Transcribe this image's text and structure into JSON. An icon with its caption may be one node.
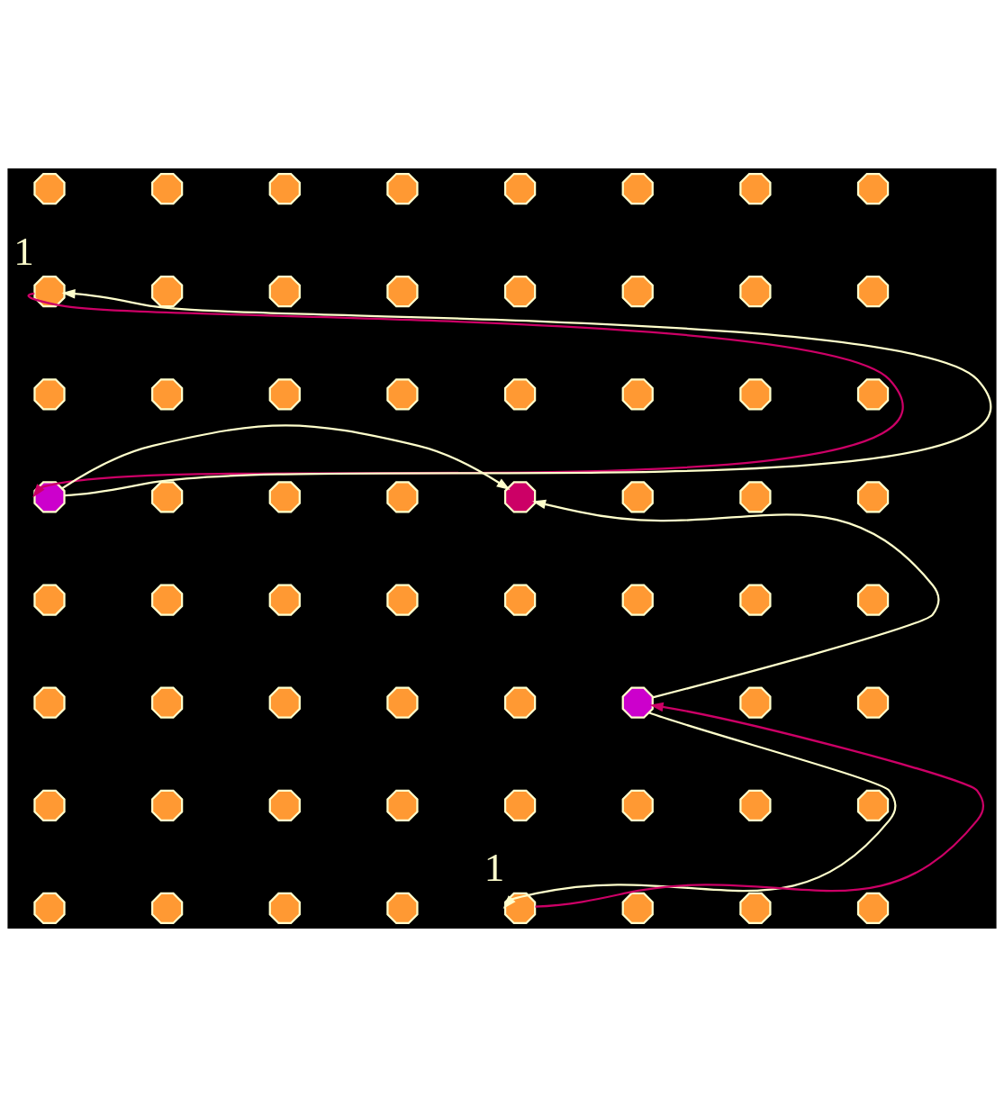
{
  "diagram": {
    "nodes": [
      {
        "text": [],
        "shape": "octagon"
      },
      {
        "text": [],
        "shape": "octagon"
      },
      {
        "text": [],
        "shape": "octagon"
      },
      {
        "text": [],
        "shape": "octagon"
      },
      {
        "text": [],
        "shape": "octagon"
      },
      {
        "text": [],
        "shape": "octagon"
      },
      {
        "text": [],
        "shape": "octagon"
      },
      {
        "text": [],
        "shape": "octagon"
      },
      {
        "text": [],
        "shape": "octagon",
        "beside": [
          "1"
        ]
      },
      {
        "text": [],
        "shape": "octagon"
      },
      {
        "text": [],
        "shape": "octagon"
      },
      {
        "text": [],
        "shape": "octagon"
      },
      {
        "text": [],
        "shape": "octagon"
      },
      {
        "text": [],
        "shape": "octagon"
      },
      {
        "text": [],
        "shape": "octagon"
      },
      {
        "text": [],
        "shape": "octagon"
      },
      {
        "text": [],
        "shape": "octagon"
      },
      {
        "text": [],
        "shape": "octagon"
      },
      {
        "text": [],
        "shape": "octagon"
      },
      {
        "text": [],
        "shape": "octagon"
      },
      {
        "text": [],
        "shape": "octagon"
      },
      {
        "text": [],
        "shape": "octagon"
      },
      {
        "text": [],
        "shape": "octagon"
      },
      {
        "text": [],
        "shape": "octagon"
      },
      {
        "text": [],
        "shape": "octagon"
      },
      {
        "text": [],
        "shape": "octagon"
      },
      {
        "text": [],
        "shape": "octagon"
      },
      {
        "text": [],
        "shape": "octagon"
      },
      {
        "text": [],
        "shape": "octagon"
      },
      {
        "text": [],
        "shape": "octagon"
      },
      {
        "text": [],
        "shape": "octagon"
      },
      {
        "text": [],
        "shape": "octagon"
      },
      {
        "text": [],
        "shape": "octagon"
      },
      {
        "text": [],
        "shape": "octagon"
      },
      {
        "text": [],
        "shape": "octagon"
      },
      {
        "text": [],
        "shape": "octagon"
      },
      {
        "text": [],
        "shape": "octagon"
      },
      {
        "text": [],
        "shape": "octagon"
      },
      {
        "text": [],
        "shape": "octagon"
      },
      {
        "text": [],
        "shape": "octagon"
      },
      {
        "text": [],
        "shape": "octagon"
      },
      {
        "text": [],
        "shape": "octagon"
      },
      {
        "text": [],
        "shape": "octagon"
      },
      {
        "text": [],
        "shape": "octagon"
      },
      {
        "text": [],
        "shape": "octagon"
      },
      {
        "text": [],
        "shape": "octagon"
      },
      {
        "text": [],
        "shape": "octagon"
      },
      {
        "text": [],
        "shape": "octagon"
      },
      {
        "text": [],
        "shape": "octagon"
      },
      {
        "text": [],
        "shape": "octagon"
      },
      {
        "text": [],
        "shape": "octagon"
      },
      {
        "text": [],
        "shape": "octagon"
      },
      {
        "text": [],
        "shape": "octagon"
      },
      {
        "text": [],
        "shape": "octagon"
      },
      {
        "text": [],
        "shape": "octagon"
      },
      {
        "text": [],
        "shape": "octagon"
      },
      {
        "text": [],
        "shape": "octagon"
      },
      {
        "text": [],
        "shape": "octagon"
      },
      {
        "text": [],
        "shape": "octagon"
      },
      {
        "text": [],
        "shape": "octagon"
      },
      {
        "text": [],
        "shape": "octagon",
        "beside": [
          "1"
        ]
      },
      {
        "text": [],
        "shape": "octagon"
      },
      {
        "text": [],
        "shape": "octagon"
      },
      {
        "text": [],
        "shape": "octagon"
      }
    ],
    "edges": [
      {
        "from": 8,
        "to": 24,
        "arrow": "to",
        "color": "#cc0066"
      },
      {
        "from": 24,
        "to": 8,
        "arrow": "to"
      },
      {
        "from": 24,
        "to": 28,
        "arrow": "to"
      },
      {
        "from": 45,
        "to": 28,
        "arrow": "to"
      },
      {
        "from": 60,
        "to": 45,
        "arrow": "to",
        "color": "#cc0066"
      },
      {
        "from": 45,
        "to": 60,
        "arrow": "to"
      }
    ]
  }
}
